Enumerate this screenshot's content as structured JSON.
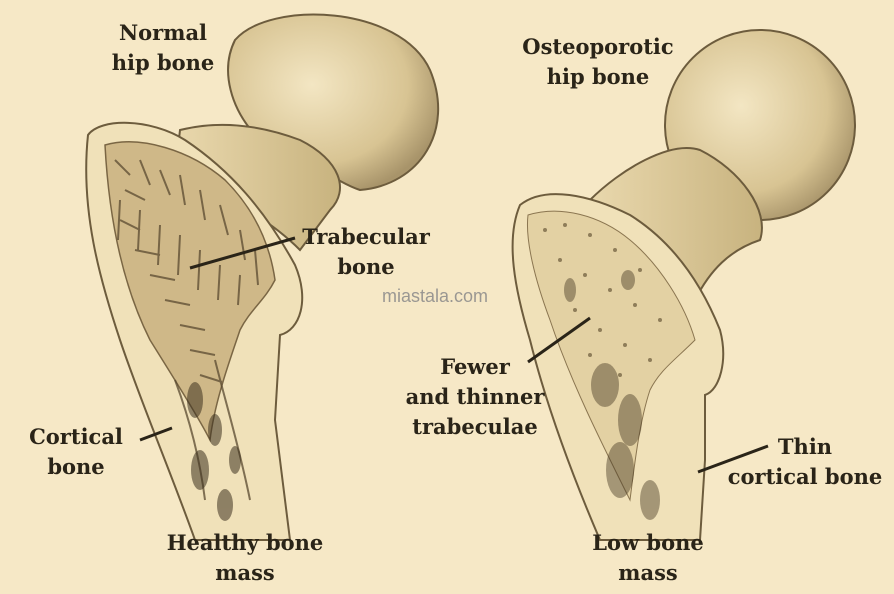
{
  "colors": {
    "background": "#f6e8c6",
    "bone_light": "#efe0b8",
    "bone_shadow": "#a8946a",
    "ink": "#2a2418"
  },
  "labels": {
    "normal_title": "Normal\nhip bone",
    "osteo_title": "Osteoporotic\nhip bone",
    "trabecular": "Trabecular\nbone",
    "cortical": "Cortical\nbone",
    "fewer_thinner": "Fewer\nand thinner\ntrabeculae",
    "thin_cortical": "Thin\ncortical bone",
    "healthy_mass": "Healthy bone\nmass",
    "low_mass": "Low bone\nmass"
  },
  "watermark": "miastala.com"
}
